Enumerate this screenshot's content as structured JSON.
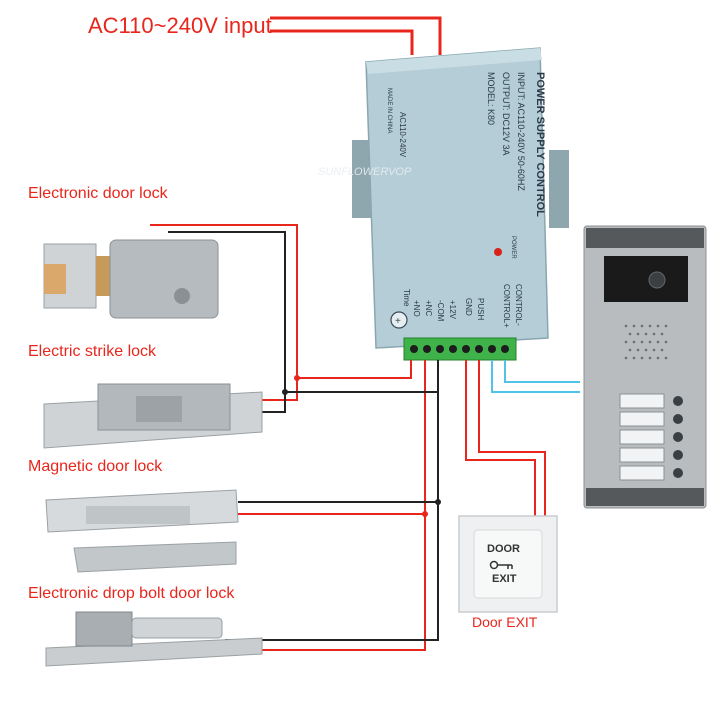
{
  "input_label": "AC110~240V input",
  "locks": [
    {
      "label": "Electronic door lock"
    },
    {
      "label": "Electric strike lock"
    },
    {
      "label": "Magnetic door lock"
    },
    {
      "label": "Electronic drop bolt door lock"
    }
  ],
  "psu": {
    "title": "POWER SUPPLY CONTROL",
    "input": "INPUT: AC110-240V 50-60HZ",
    "output": "OUTPUT: DC12V 3A",
    "model": "MODEL: K80",
    "ac_label": "AC110-240V",
    "made_in": "MADE IN CHINA",
    "power": "POWER",
    "time": "Time",
    "watermark": "SUNFLOWERVOP",
    "terminals": [
      "+NO",
      "+NC",
      "-COM",
      "+12V",
      "GND",
      "PUSH",
      "CONTROL+",
      "CONTROL-"
    ]
  },
  "exit_button": {
    "line1": "DOOR",
    "line2": "EXIT",
    "caption": "Door EXIT"
  },
  "colors": {
    "wire_red": "#e8261c",
    "wire_black": "#222222",
    "wire_cyan": "#4fc3e8",
    "psu_body": "#b4cdd6"
  }
}
